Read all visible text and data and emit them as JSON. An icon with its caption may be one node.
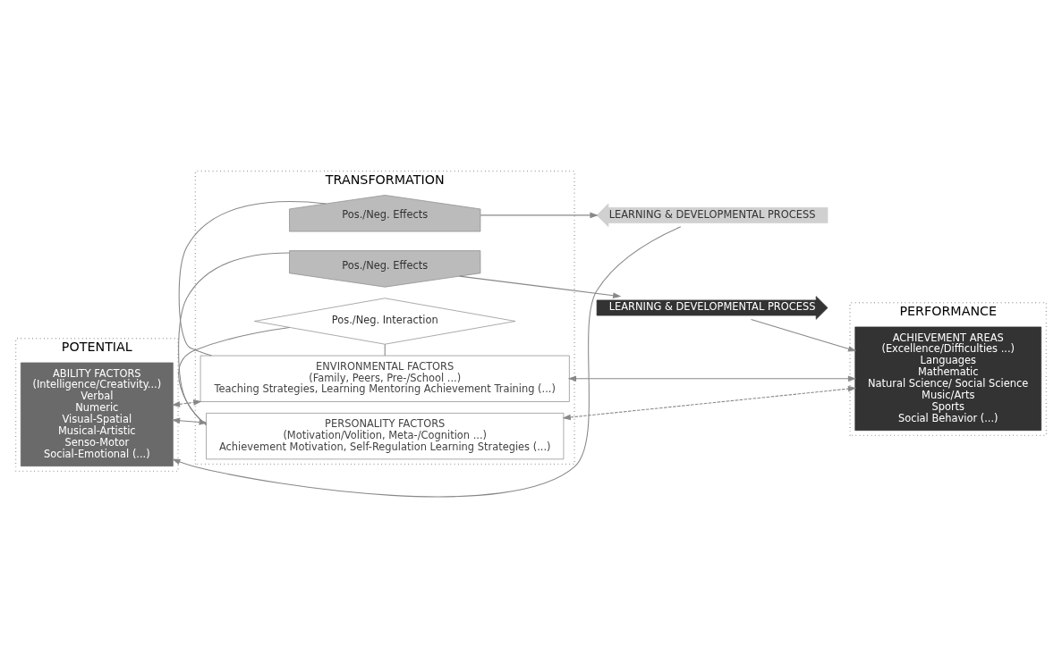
{
  "diagram": {
    "nodes": [
      {
        "text": [
          "POTENTIAL"
        ]
      },
      {
        "text": [
          "ABILITY FACTORS",
          "(Intelligence/Creativity...)",
          "Verbal",
          "Numeric",
          "Visual-Spatial",
          "Musical-Artistic",
          "Senso-Motor",
          "Social-Emotional (...)"
        ],
        "in": 0
      },
      {
        "text": [
          "TRANSFORMATION"
        ]
      },
      {
        "text": [
          "LEARNING & DEVELOPMENTAL PROCESS"
        ]
      },
      {
        "text": [
          "Pos./Neg. Effects"
        ],
        "in": 2
      },
      {
        "text": [
          "ENVIRONMENTAL FACTORS",
          "(Family, Peers, Pre-/School ...)",
          "Teaching Strategies, Learning Mentoring Achievement Training (...)"
        ],
        "in": 2
      },
      {
        "text": [
          "Pos./Neg. Interaction"
        ],
        "in": 2
      },
      {
        "text": [
          "PERSONALITY FACTORS",
          "(Motivation/Volition, Meta-/Cognition ...)",
          "Achievement Motivation, Self-Regulation Learning Strategies (...)"
        ],
        "in": 2
      },
      {
        "text": [
          "Pos./Neg. Effects"
        ],
        "in": 2
      },
      {
        "text": [
          "LEARNING & DEVELOPMENTAL PROCESS"
        ]
      },
      {
        "text": [
          "PERFORMANCE"
        ]
      },
      {
        "text": [
          "ACHIEVEMENT AREAS",
          "(Excellence/Difficulties ...)",
          "Languages",
          "Mathematic",
          "Natural Science/ Social Science",
          "Music/Arts",
          "Sports",
          "Social Behavior (...)"
        ],
        "in": 10
      }
    ],
    "edges": [
      {
        "from": 5,
        "to": 4,
        "arrow": "none"
      },
      {
        "from": 4,
        "to": 3,
        "arrow": "to"
      },
      {
        "from": 3,
        "to": 1,
        "arrow": "to"
      },
      {
        "from": 1,
        "to": 5,
        "arrow": "both",
        "style": "dashed"
      },
      {
        "from": 5,
        "to": 11,
        "arrow": "both"
      },
      {
        "from": 5,
        "to": 6,
        "arrow": "none"
      },
      {
        "from": 6,
        "to": 7,
        "arrow": "none"
      },
      {
        "from": 1,
        "to": 7,
        "arrow": "both"
      },
      {
        "from": 7,
        "to": 11,
        "arrow": "both",
        "style": "dashed"
      },
      {
        "from": 7,
        "to": 8,
        "arrow": "none"
      },
      {
        "from": 8,
        "to": 9,
        "arrow": "to"
      },
      {
        "from": 9,
        "to": 11,
        "arrow": "to"
      }
    ]
  }
}
